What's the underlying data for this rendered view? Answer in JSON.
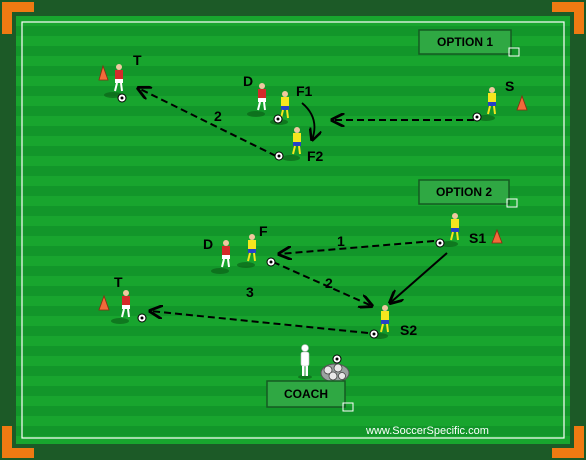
{
  "colors": {
    "border": "#1c5a27",
    "stripe_light": "#18a52e",
    "stripe_dark": "#12962a",
    "line": "#ffffff",
    "corner": "#f07a12",
    "cone": "#f26a3a",
    "red_kit": "#d42a2a",
    "yellow_kit": "#f5e61e",
    "blue_shorts": "#2540c8",
    "label_box": "#2fa843"
  },
  "option1": {
    "title": "OPTION 1",
    "labels": {
      "t": "T",
      "d": "D",
      "f1": "F1",
      "f2": "F2",
      "s": "S"
    },
    "pass_number": "2"
  },
  "option2": {
    "title": "OPTION 2",
    "labels": {
      "d": "D",
      "f": "F",
      "s1": "S1",
      "s2": "S2",
      "t": "T"
    },
    "pass_numbers": [
      "1",
      "2",
      "3"
    ]
  },
  "coach": {
    "title": "COACH"
  },
  "watermark": "www.SoccerSpecific.com",
  "icons": [
    "cone-icon",
    "ball-icon",
    "player-icon",
    "coach-icon",
    "ball-bag-icon"
  ]
}
